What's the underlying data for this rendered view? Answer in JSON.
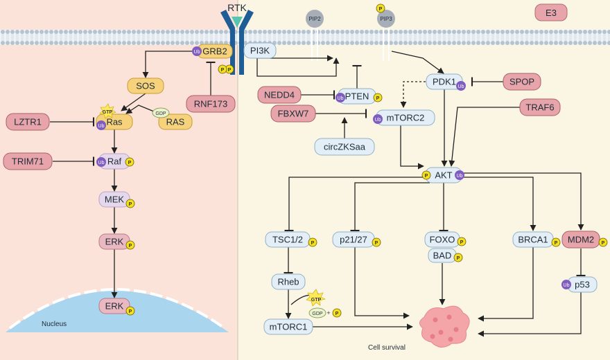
{
  "membrane": {
    "rtk": "RTK",
    "pip2": "PIP2",
    "pip3": "PIP3",
    "e3": "E3"
  },
  "modifications": {
    "ub": "Ub",
    "p": "P",
    "gtp": "GTP",
    "gdp": "GDP",
    "plus": "+"
  },
  "left_panel": {
    "grb2": "GRB2",
    "sos": "SOS",
    "rnf173": "RNF173",
    "lztr1": "LZTR1",
    "ras_gtp": "Ras",
    "ras_gdp": "RAS",
    "trim71": "TRIM71",
    "raf": "Raf",
    "mek": "MEK",
    "erk": "ERK",
    "erk_nucleus": "ERK",
    "nucleus": "Nucleus"
  },
  "right_panel": {
    "pi3k": "PI3K",
    "pdk1": "PDK1",
    "spop": "SPOP",
    "nedd4": "NEDD4",
    "pten": "PTEN",
    "fbxw7": "FBXW7",
    "mtorc2": "mTORC2",
    "traf6": "TRAF6",
    "circzksaa": "circZKSaa",
    "akt": "AKT",
    "tsc12": "TSC1/2",
    "p2127": "p21/27",
    "foxo": "FOXO",
    "bad": "BAD",
    "brca1": "BRCA1",
    "mdm2": "MDM2",
    "rheb": "Rheb",
    "p53": "p53",
    "mtorc1": "mTORC1",
    "cell_survival": "Cell survival"
  },
  "colors": {
    "left_bg": "#fbe3d9",
    "right_bg": "#fbf5e4",
    "e3_fill": "#e7a5ab",
    "yellow_fill": "#f6d27d",
    "blue_fill": "#e4eef6",
    "ub_purple": "#7e5cc0",
    "p_yellow": "#f3e01f",
    "rtk_blue": "#1f5d96",
    "nucleus_blue": "#a9d5ee"
  }
}
